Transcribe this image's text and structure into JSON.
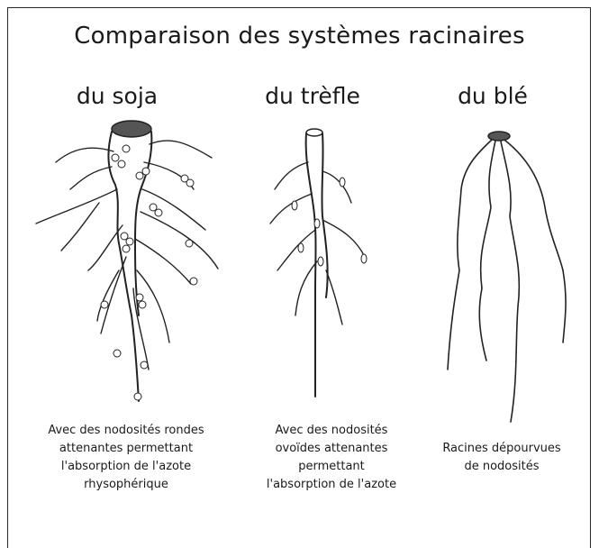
{
  "title": "Comparaison des systèmes racinaires",
  "columns": [
    {
      "heading": "du soja",
      "caption": [
        "Avec des nodosités rondes",
        "attenantes permettant",
        "l'absorption de l'azote",
        "rhysophérique"
      ]
    },
    {
      "heading": "du trèfle",
      "caption": [
        "Avec des nodosités",
        "ovoïdes attenantes",
        "permettant",
        "l'absorption de l'azote"
      ]
    },
    {
      "heading": "du blé",
      "caption": [
        "Racines dépourvues",
        "de nodosités"
      ]
    }
  ]
}
